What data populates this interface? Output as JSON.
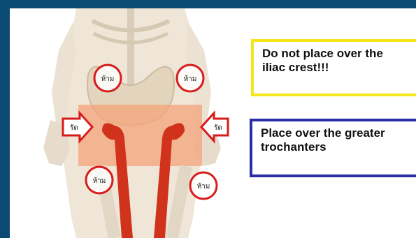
{
  "callouts": {
    "warning": {
      "line1": "Do not place over the",
      "line2": "iliac crest!!!",
      "color": "#f5e61c"
    },
    "placement": {
      "line1": "Place over the greater",
      "line2": "trochanters",
      "color": "#2b2fa6"
    }
  },
  "markers": {
    "prohibit_upper_left": "ห้าม",
    "prohibit_upper_right": "ห้าม",
    "compress_left": "รัด",
    "compress_right": "รัด",
    "prohibit_lower_left": "ห้าม",
    "prohibit_lower_right": "ห้าม"
  },
  "colors": {
    "frame": "#0b4a73",
    "femur": "#d0321c",
    "marker_ring": "#d81b1b",
    "compression_zone": "#f4a37a"
  }
}
